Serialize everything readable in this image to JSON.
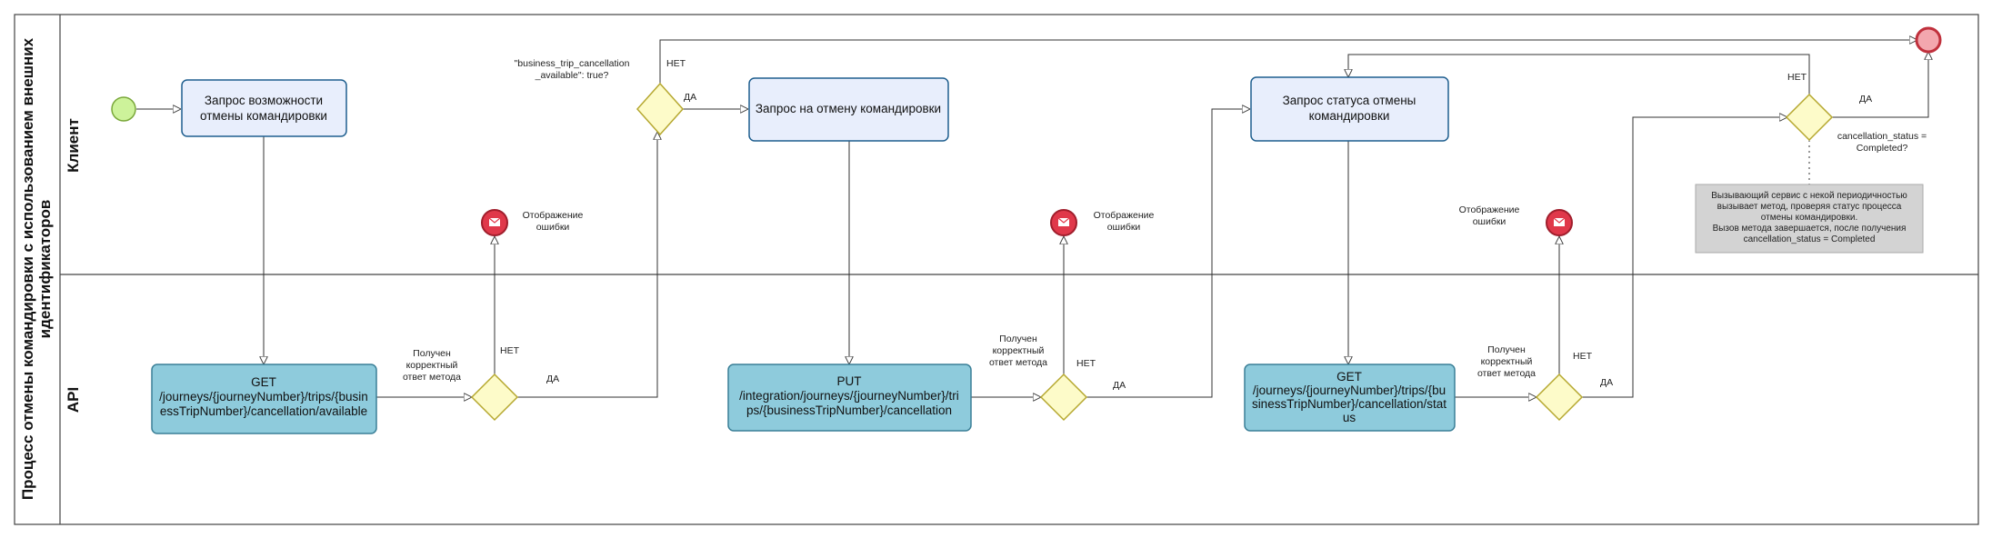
{
  "pool": {
    "title_line1": "Процесс отмены командировки с использованием внешних",
    "title_line2": "идентификаторов"
  },
  "lanes": {
    "client": "Клиент",
    "api": "API"
  },
  "tasks": {
    "t1": [
      "Запрос возможности",
      "отмены командировки"
    ],
    "t2": [
      "Запрос на отмену командировки"
    ],
    "t3": [
      "Запрос статуса отмены",
      "командировки"
    ],
    "a1": [
      "GET",
      "/journeys/{journeyNumber}/trips/{busin",
      "essTripNumber}/cancellation/available"
    ],
    "a2": [
      "PUT",
      "/integration/journeys/{journeyNumber}/tri",
      "ps/{businessTripNumber}/cancellation"
    ],
    "a3": [
      "GET",
      "/journeys/{journeyNumber}/trips/{bu",
      "sinessTripNumber}/cancellation/stat",
      "us"
    ]
  },
  "labels": {
    "gw_api_question": [
      "Получен",
      "корректный",
      "ответ метода"
    ],
    "no": "НЕТ",
    "yes": "ДА",
    "error_display": [
      "Отображение",
      "ошибки"
    ],
    "gw_client1_question": [
      "\"business_trip_cancellation",
      "_available\": true?"
    ],
    "gw_final_question": [
      "cancellation_status =",
      "Completed?"
    ]
  },
  "note": {
    "lines": [
      "Вызывающий сервис с некой периодичностью",
      "вызывает метод, проверяя статус процесса",
      "отмены командировки.",
      "Вызов метода завершается, после получения",
      "cancellation_status = Completed"
    ]
  },
  "colors": {
    "client_task_fill": "#e8eefc",
    "client_task_stroke": "#1f5f8f",
    "api_task_fill": "#8ecbdc",
    "api_task_stroke": "#3a7f97",
    "gateway_fill": "#fdfbc9",
    "gateway_stroke": "#b6a830",
    "start_fill": "#cdf29a",
    "start_stroke": "#7aa83a",
    "end_fill": "#f3a7ae",
    "end_stroke": "#c0303c",
    "error_fill": "#e0384a",
    "note_fill": "#d3d3d3"
  }
}
